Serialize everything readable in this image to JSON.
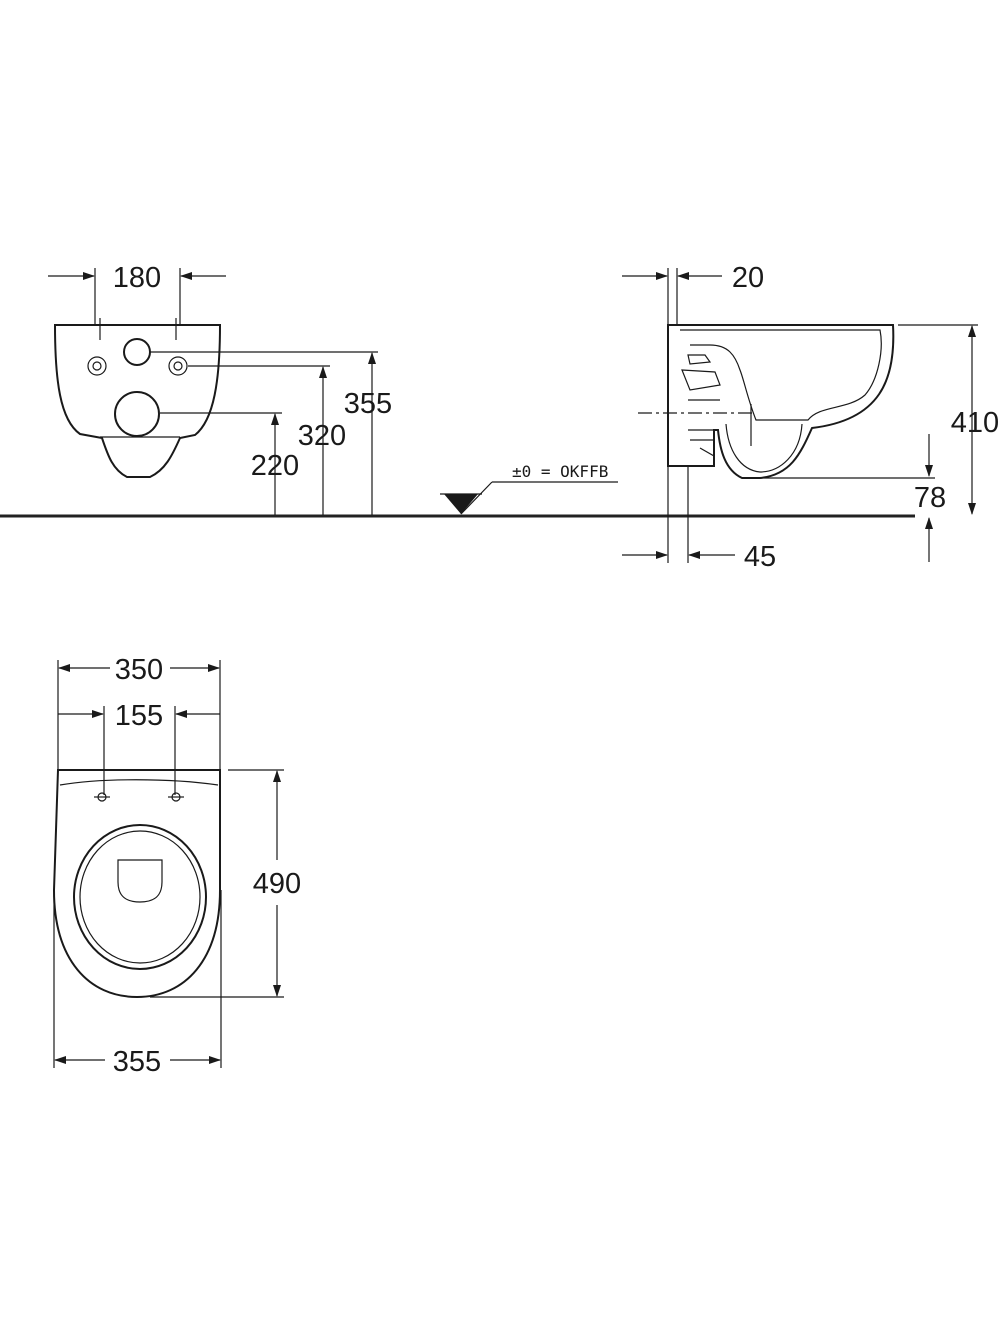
{
  "front_view": {
    "dims": {
      "fixing_spacing": "180",
      "height_upper_hole": "355",
      "height_fixings": "320",
      "height_drain": "220"
    }
  },
  "side_view": {
    "dims": {
      "top_offset": "20",
      "bowl_height": "410",
      "bottom_clearance": "78",
      "wall_depth": "45"
    },
    "floor_level_label": "±0 = OKFFB"
  },
  "top_view": {
    "dims": {
      "rear_width": "350",
      "fixing_spacing": "155",
      "length": "490",
      "max_width": "355"
    }
  }
}
